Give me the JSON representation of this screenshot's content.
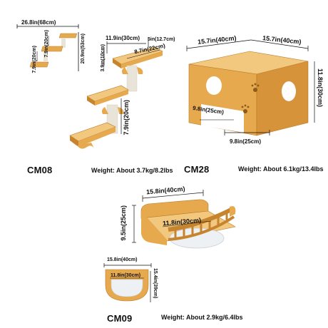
{
  "products": {
    "cm08": {
      "model": "CM08",
      "weight": "Weight: About 3.7kg/8.2lbs",
      "dims": {
        "width_total": "26.8in(68cm)",
        "height_total": "20.9in(53cm)",
        "step_upper": "7.9in(20cm)",
        "step_lower": "7.9in(20cm)",
        "shelf_width": "11.9in(30cm)",
        "shelf_depth": "8.7in(22cm)",
        "shelf_side": "5in(12.7cm)",
        "post_height": "3.9in(10cm)",
        "step_big": "7.9in(20cm)"
      }
    },
    "cm28": {
      "model": "CM28",
      "weight": "Weight: About 6.1kg/13.4lbs",
      "dims": {
        "top_left": "15.7in(40cm)",
        "top_right": "15.7in(40cm)",
        "height": "11.8in(30cm)",
        "front_inner": "9.8in(25cm)",
        "bottom": "9.8in(25cm)"
      }
    },
    "cm09": {
      "model": "CM09",
      "weight": "Weight: About 2.9kg/6.4lbs",
      "dims": {
        "width": "15.8in(40cm)",
        "depth": "9.5in(25cm)",
        "inner": "11.8in(30cm)",
        "front_width": "15.8in(40cm)",
        "front_inner": "11.8in(30cm)",
        "front_height": "15.4in(39cm)"
      }
    }
  },
  "colors": {
    "wood": "#E6A94E",
    "wood_dark": "#C7842E",
    "wood_light": "#F2C77E",
    "post": "#E9E4D8"
  }
}
